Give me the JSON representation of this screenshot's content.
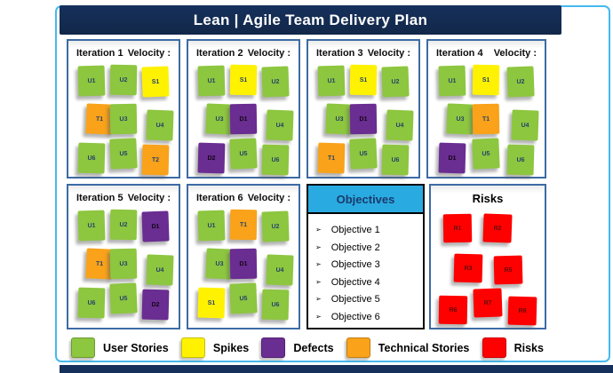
{
  "title": "Lean | Agile Team Delivery Plan",
  "velocity_label": "Velocity :",
  "colors": {
    "navy": "#16305C",
    "frame_blue": "#45B9EF",
    "panel_border": "#3D6BA5",
    "objectives_blue": "#29ABE2",
    "green": "#8DC63F",
    "yellow": "#FFF200",
    "purple": "#6A2D91",
    "orange": "#F9A21A",
    "red": "#FF0000"
  },
  "iterations": [
    {
      "label": "Iteration 1",
      "notes": [
        {
          "id": "U1",
          "type": "user-story"
        },
        {
          "id": "U2",
          "type": "user-story"
        },
        {
          "id": "S1",
          "type": "spike"
        },
        {
          "id": "T1",
          "type": "technical-story"
        },
        {
          "id": "U3",
          "type": "user-story"
        },
        {
          "id": "U4",
          "type": "user-story"
        },
        {
          "id": "U6",
          "type": "user-story"
        },
        {
          "id": "U5",
          "type": "user-story"
        },
        {
          "id": "T2",
          "type": "technical-story"
        }
      ]
    },
    {
      "label": "Iteration 2",
      "notes": [
        {
          "id": "U1",
          "type": "user-story"
        },
        {
          "id": "S1",
          "type": "spike"
        },
        {
          "id": "U2",
          "type": "user-story"
        },
        {
          "id": "U3",
          "type": "user-story"
        },
        {
          "id": "D1",
          "type": "defect"
        },
        {
          "id": "U4",
          "type": "user-story"
        },
        {
          "id": "D2",
          "type": "defect"
        },
        {
          "id": "U5",
          "type": "user-story"
        },
        {
          "id": "U6",
          "type": "user-story"
        }
      ]
    },
    {
      "label": "Iteration 3",
      "notes": [
        {
          "id": "U1",
          "type": "user-story"
        },
        {
          "id": "S1",
          "type": "spike"
        },
        {
          "id": "U2",
          "type": "user-story"
        },
        {
          "id": "U3",
          "type": "user-story"
        },
        {
          "id": "D1",
          "type": "defect"
        },
        {
          "id": "U4",
          "type": "user-story"
        },
        {
          "id": "T1",
          "type": "technical-story"
        },
        {
          "id": "U5",
          "type": "user-story"
        },
        {
          "id": "U6",
          "type": "user-story"
        }
      ]
    },
    {
      "label": "Iteration 4",
      "notes": [
        {
          "id": "U1",
          "type": "user-story"
        },
        {
          "id": "S1",
          "type": "spike"
        },
        {
          "id": "U2",
          "type": "user-story"
        },
        {
          "id": "U3",
          "type": "user-story"
        },
        {
          "id": "T1",
          "type": "technical-story"
        },
        {
          "id": "U4",
          "type": "user-story"
        },
        {
          "id": "D1",
          "type": "defect"
        },
        {
          "id": "U5",
          "type": "user-story"
        },
        {
          "id": "U6",
          "type": "user-story"
        }
      ]
    },
    {
      "label": "Iteration 5",
      "notes": [
        {
          "id": "U1",
          "type": "user-story"
        },
        {
          "id": "U2",
          "type": "user-story"
        },
        {
          "id": "D1",
          "type": "defect"
        },
        {
          "id": "T1",
          "type": "technical-story"
        },
        {
          "id": "U3",
          "type": "user-story"
        },
        {
          "id": "U4",
          "type": "user-story"
        },
        {
          "id": "U6",
          "type": "user-story"
        },
        {
          "id": "U5",
          "type": "user-story"
        },
        {
          "id": "D2",
          "type": "defect"
        }
      ]
    },
    {
      "label": "Iteration 6",
      "notes": [
        {
          "id": "U1",
          "type": "user-story"
        },
        {
          "id": "T1",
          "type": "technical-story"
        },
        {
          "id": "U2",
          "type": "user-story"
        },
        {
          "id": "U3",
          "type": "user-story"
        },
        {
          "id": "D1",
          "type": "defect"
        },
        {
          "id": "U4",
          "type": "user-story"
        },
        {
          "id": "S1",
          "type": "spike"
        },
        {
          "id": "U5",
          "type": "user-story"
        },
        {
          "id": "U6",
          "type": "user-story"
        }
      ]
    }
  ],
  "objectives": {
    "header": "Objectives",
    "bullet": "➢",
    "items": [
      "Objective 1",
      "Objective 2",
      "Objective 3",
      "Objective 4",
      "Objective 5",
      "Objective 6"
    ]
  },
  "risks": {
    "header": "Risks",
    "rows": [
      [
        "R1",
        "R2"
      ],
      [
        "R3",
        "R5"
      ],
      [
        "R6",
        "R7",
        "R8"
      ]
    ]
  },
  "legend": [
    {
      "label": "User Stories",
      "type": "user-story"
    },
    {
      "label": "Spikes",
      "type": "spike"
    },
    {
      "label": "Defects",
      "type": "defect"
    },
    {
      "label": "Technical Stories",
      "type": "technical-story"
    },
    {
      "label": "Risks",
      "type": "risk"
    }
  ]
}
